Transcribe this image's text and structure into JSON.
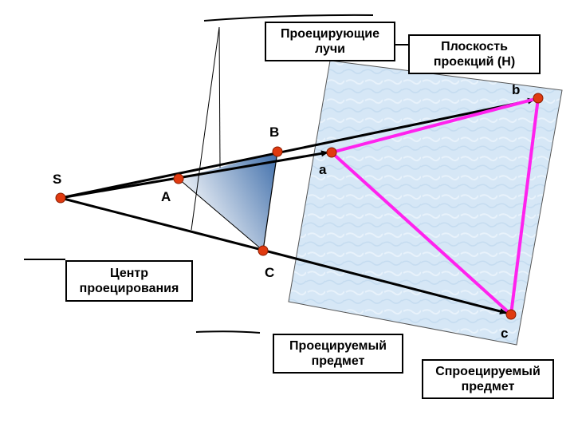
{
  "points": {
    "S": "S",
    "A": "A",
    "B": "B",
    "C": "C",
    "a": "a",
    "b": "b",
    "c": "c"
  },
  "labels": {
    "rays": [
      "Проецирующие",
      "лучи"
    ],
    "plane": [
      "Плоскость",
      "проекций (H)"
    ],
    "center": [
      "Центр",
      "проецирования"
    ],
    "object": [
      "Проецируемый",
      "предмет"
    ],
    "projection": [
      "Спроецируемый",
      "предмет"
    ]
  },
  "colors": {
    "projection_edges": "#ff22ee",
    "point_fill": "#e03a10",
    "plane_fill": "#d4e6f5",
    "plane_border": "#555555",
    "object_gradient_dark": "#3f6eaa",
    "object_gradient_light": "#ffffff",
    "line": "#000000"
  }
}
